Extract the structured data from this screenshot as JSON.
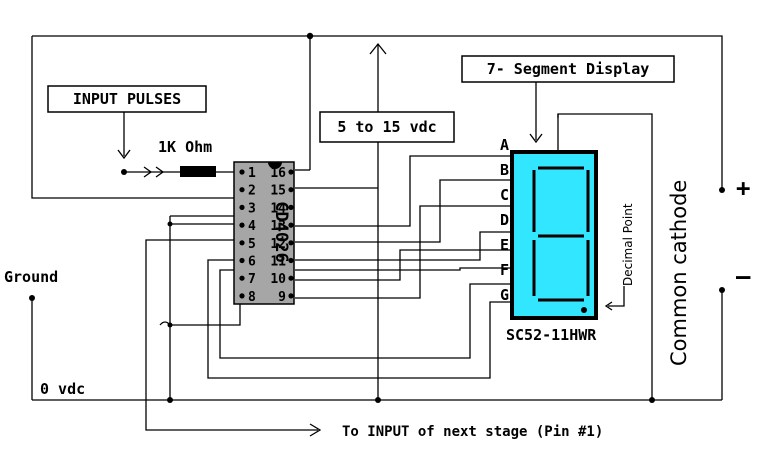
{
  "labels": {
    "input_pulses": "INPUT PULSES",
    "resistor": "1K Ohm",
    "supply": "5 to 15 vdc",
    "display_title": "7- Segment Display",
    "ground": "Ground",
    "zero_vdc": "0 vdc",
    "next_stage": "To INPUT of next stage (Pin #1)",
    "display_part": "SC52-11HWR",
    "common_cathode": "Common cathode",
    "decimal_point": "Decimal Point",
    "plus": "+",
    "minus": "–"
  },
  "ic": {
    "name": "CD4026",
    "left_pins": [
      "1",
      "2",
      "3",
      "4",
      "5",
      "6",
      "7",
      "8"
    ],
    "right_pins": [
      "16",
      "15",
      "14",
      "13",
      "12",
      "11",
      "10",
      "9"
    ]
  },
  "segments": [
    "A",
    "B",
    "C",
    "D",
    "E",
    "F",
    "G"
  ],
  "colors": {
    "ic_body": "#a6a6a6",
    "display_body": "#33e6ff",
    "wire": "#000000"
  }
}
